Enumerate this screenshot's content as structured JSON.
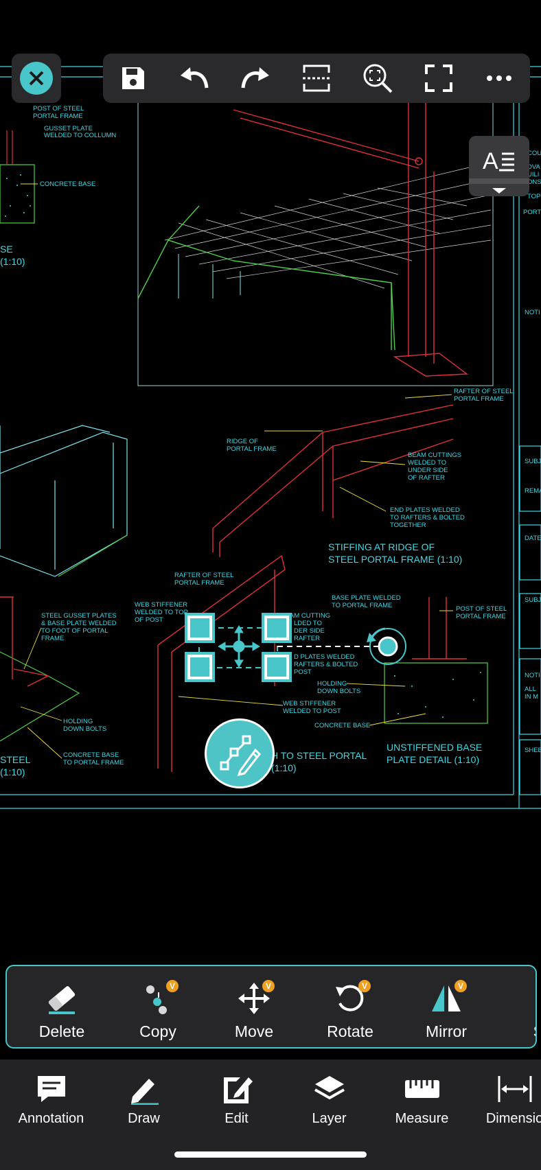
{
  "drawing": {
    "labels": [
      "POST OF STEEL",
      "PORTAL FRAME",
      "GUSSET PLATE",
      "WELDED TO COLLUMN",
      "CONCRETE BASE",
      "SE",
      "(1:10)",
      "RAFTER OF STEEL",
      "PORTAL FRAME",
      "RIDGE OF",
      "PORTAL FRAME",
      "BEAM CUTTINGS",
      "WELDED TO",
      "UNDER SIDE",
      "OF RAFTER",
      "END PLATES WELDED",
      "TO RAFTERS & BOLTED",
      "TOGETHER",
      "RAFTER OF STEEL",
      "PORTAL FRAME",
      "WEB STIFFENER",
      "WELDED TO TOP",
      "OF POST",
      "AM CUTTING",
      "LDED TO",
      "DER SIDE",
      "RAFTER",
      "D PLATES WELDED",
      "RAFTERS & BOLTED",
      "POST",
      "BASE PLATE WELDED",
      "TO PORTAL FRAME",
      "POST OF STEEL",
      "PORTAL FRAME",
      "HOLDING",
      "DOWN BOLTS",
      "WEB STIFFENER",
      "WELDED TO POST",
      "CONCRETE BASE",
      "STEEL GUSSET PLATES",
      "& BASE PLATE WELDED",
      "TO FOOT OF PORTAL",
      "FRAME",
      "HOLDING",
      "DOWN BOLTS",
      "CONCRETE BASE",
      "TO PORTAL FRAME",
      "STEEL",
      "(1:10)",
      "COU",
      "DVA",
      "UILI",
      "ONS",
      "TOPI",
      "PORT",
      "NOTI",
      "SUBJ",
      "REMA",
      "DATE",
      "SUBJ",
      "NOTI",
      "ALL",
      "IN M",
      "SHEE"
    ],
    "title_ridge_1": "STIFFING AT RIDGE OF",
    "title_ridge_2": "STEEL PORTAL FRAME (1:10)",
    "title_base_1": "UNSTIFFENED BASE",
    "title_base_2": "PLATE DETAIL (1:10)",
    "title_haunch_1": "H TO STEEL PORTAL",
    "title_haunch_2": "(1:10)"
  },
  "toolbar": {
    "close": "close-icon",
    "items": [
      "save-icon",
      "undo-icon",
      "redo-icon",
      "select-region-icon",
      "zoom-extents-icon",
      "fullscreen-icon",
      "more-icon"
    ]
  },
  "text_style_button": "text-style-icon",
  "edit_panel": {
    "items": [
      {
        "label": "Delete",
        "icon": "eraser-icon",
        "badge": ""
      },
      {
        "label": "Copy",
        "icon": "copy-icon",
        "badge": "V"
      },
      {
        "label": "Move",
        "icon": "move-icon",
        "badge": "V"
      },
      {
        "label": "Rotate",
        "icon": "rotate-icon",
        "badge": "V"
      },
      {
        "label": "Mirror",
        "icon": "mirror-icon",
        "badge": "V"
      },
      {
        "label": "Sc",
        "icon": "scale-icon",
        "badge": ""
      }
    ]
  },
  "bottom_nav": {
    "items": [
      {
        "label": "Annotation",
        "icon": "annotation-icon"
      },
      {
        "label": "Draw",
        "icon": "draw-icon"
      },
      {
        "label": "Edit",
        "icon": "edit-icon"
      },
      {
        "label": "Layer",
        "icon": "layer-icon"
      },
      {
        "label": "Measure",
        "icon": "measure-icon"
      },
      {
        "label": "Dimensio",
        "icon": "dimension-icon"
      }
    ]
  },
  "colors": {
    "accent": "#49c6c9",
    "cad_cyan": "#3fd8e6",
    "cad_red": "#e0303a",
    "cad_green": "#4fd04a",
    "badge": "#f0a020"
  }
}
